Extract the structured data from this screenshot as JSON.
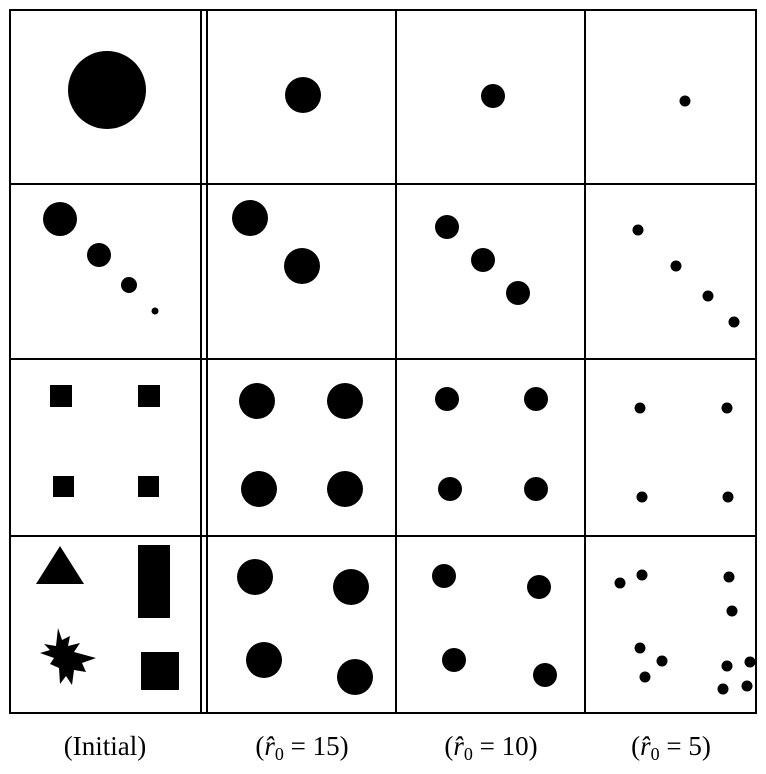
{
  "captions": [
    {
      "pre": "(Initial)",
      "var": "",
      "sub": "",
      "post": ""
    },
    {
      "pre": "(",
      "var": "r̂",
      "sub": "0",
      "post": " = 15)"
    },
    {
      "pre": "(",
      "var": "r̂",
      "sub": "0",
      "post": " = 10)"
    },
    {
      "pre": "(",
      "var": "r̂",
      "sub": "0",
      "post": " = 5)"
    }
  ],
  "colors": {
    "ink": "#000000",
    "background": "#ffffff"
  }
}
